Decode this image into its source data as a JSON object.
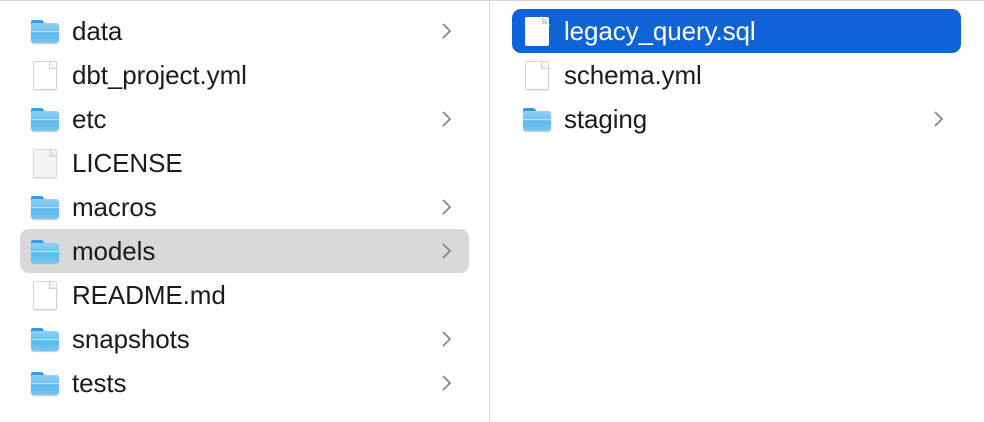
{
  "window": {
    "view": "column-view",
    "accent_color": "#0f63d6",
    "inactive_selection_color": "#d9d9d9",
    "divider_color": "#dcdcdc",
    "background_color": "#ffffff",
    "folder_color": "#6ec1f0"
  },
  "columns": [
    {
      "name": "parent-column",
      "items": [
        {
          "label": "data",
          "kind": "folder",
          "icon": "folder-icon",
          "has_chevron": true,
          "state": "normal"
        },
        {
          "label": "dbt_project.yml",
          "kind": "file",
          "icon": "document-icon",
          "has_chevron": false,
          "state": "normal"
        },
        {
          "label": "etc",
          "kind": "folder",
          "icon": "folder-icon",
          "has_chevron": true,
          "state": "normal"
        },
        {
          "label": "LICENSE",
          "kind": "file-plain",
          "icon": "document-plain-icon",
          "has_chevron": false,
          "state": "normal"
        },
        {
          "label": "macros",
          "kind": "folder",
          "icon": "folder-icon",
          "has_chevron": true,
          "state": "normal"
        },
        {
          "label": "models",
          "kind": "folder",
          "icon": "folder-icon",
          "has_chevron": true,
          "state": "selected-inactive"
        },
        {
          "label": "README.md",
          "kind": "file",
          "icon": "document-icon",
          "has_chevron": false,
          "state": "normal"
        },
        {
          "label": "snapshots",
          "kind": "folder",
          "icon": "folder-icon",
          "has_chevron": true,
          "state": "normal"
        },
        {
          "label": "tests",
          "kind": "folder",
          "icon": "folder-icon",
          "has_chevron": true,
          "state": "normal"
        }
      ]
    },
    {
      "name": "child-column",
      "items": [
        {
          "label": "legacy_query.sql",
          "kind": "file-white",
          "icon": "document-icon",
          "has_chevron": false,
          "state": "selected-active"
        },
        {
          "label": "schema.yml",
          "kind": "file",
          "icon": "document-icon",
          "has_chevron": false,
          "state": "normal"
        },
        {
          "label": "staging",
          "kind": "folder",
          "icon": "folder-icon",
          "has_chevron": true,
          "state": "normal"
        }
      ]
    }
  ]
}
